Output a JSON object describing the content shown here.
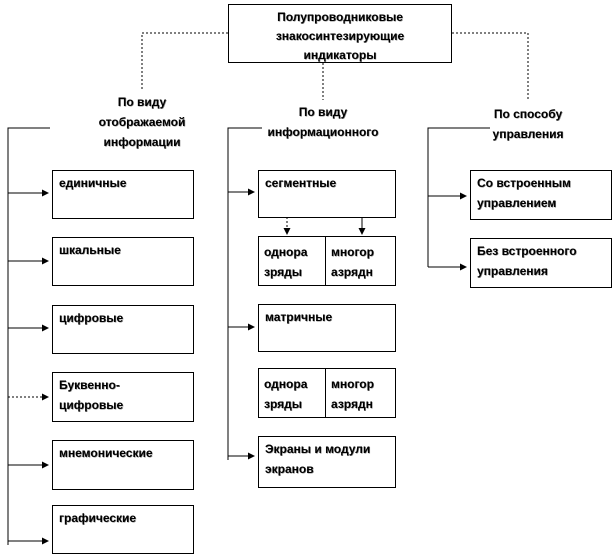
{
  "root": {
    "line1": "Полупроводниковые",
    "line2": "знакосинтезирующие",
    "line3": "индикаторы"
  },
  "branches": [
    {
      "lines": [
        "По виду",
        "отображаемой",
        "информации"
      ],
      "items": [
        "единичные",
        "шкальные",
        "цифровые",
        "Буквенно-цифровые",
        "мнемонические",
        "графические"
      ]
    },
    {
      "lines": [
        "По виду",
        "информационного",
        ""
      ],
      "items": [
        "сегментные",
        "матричные",
        "Экраны и модули экранов"
      ],
      "sub": {
        "left": "однора зряды",
        "right": "многор азрядн"
      }
    },
    {
      "lines": [
        "По способу",
        "управления"
      ],
      "items": [
        "Со встроенным управлением",
        "Без встроенного управления"
      ]
    }
  ]
}
